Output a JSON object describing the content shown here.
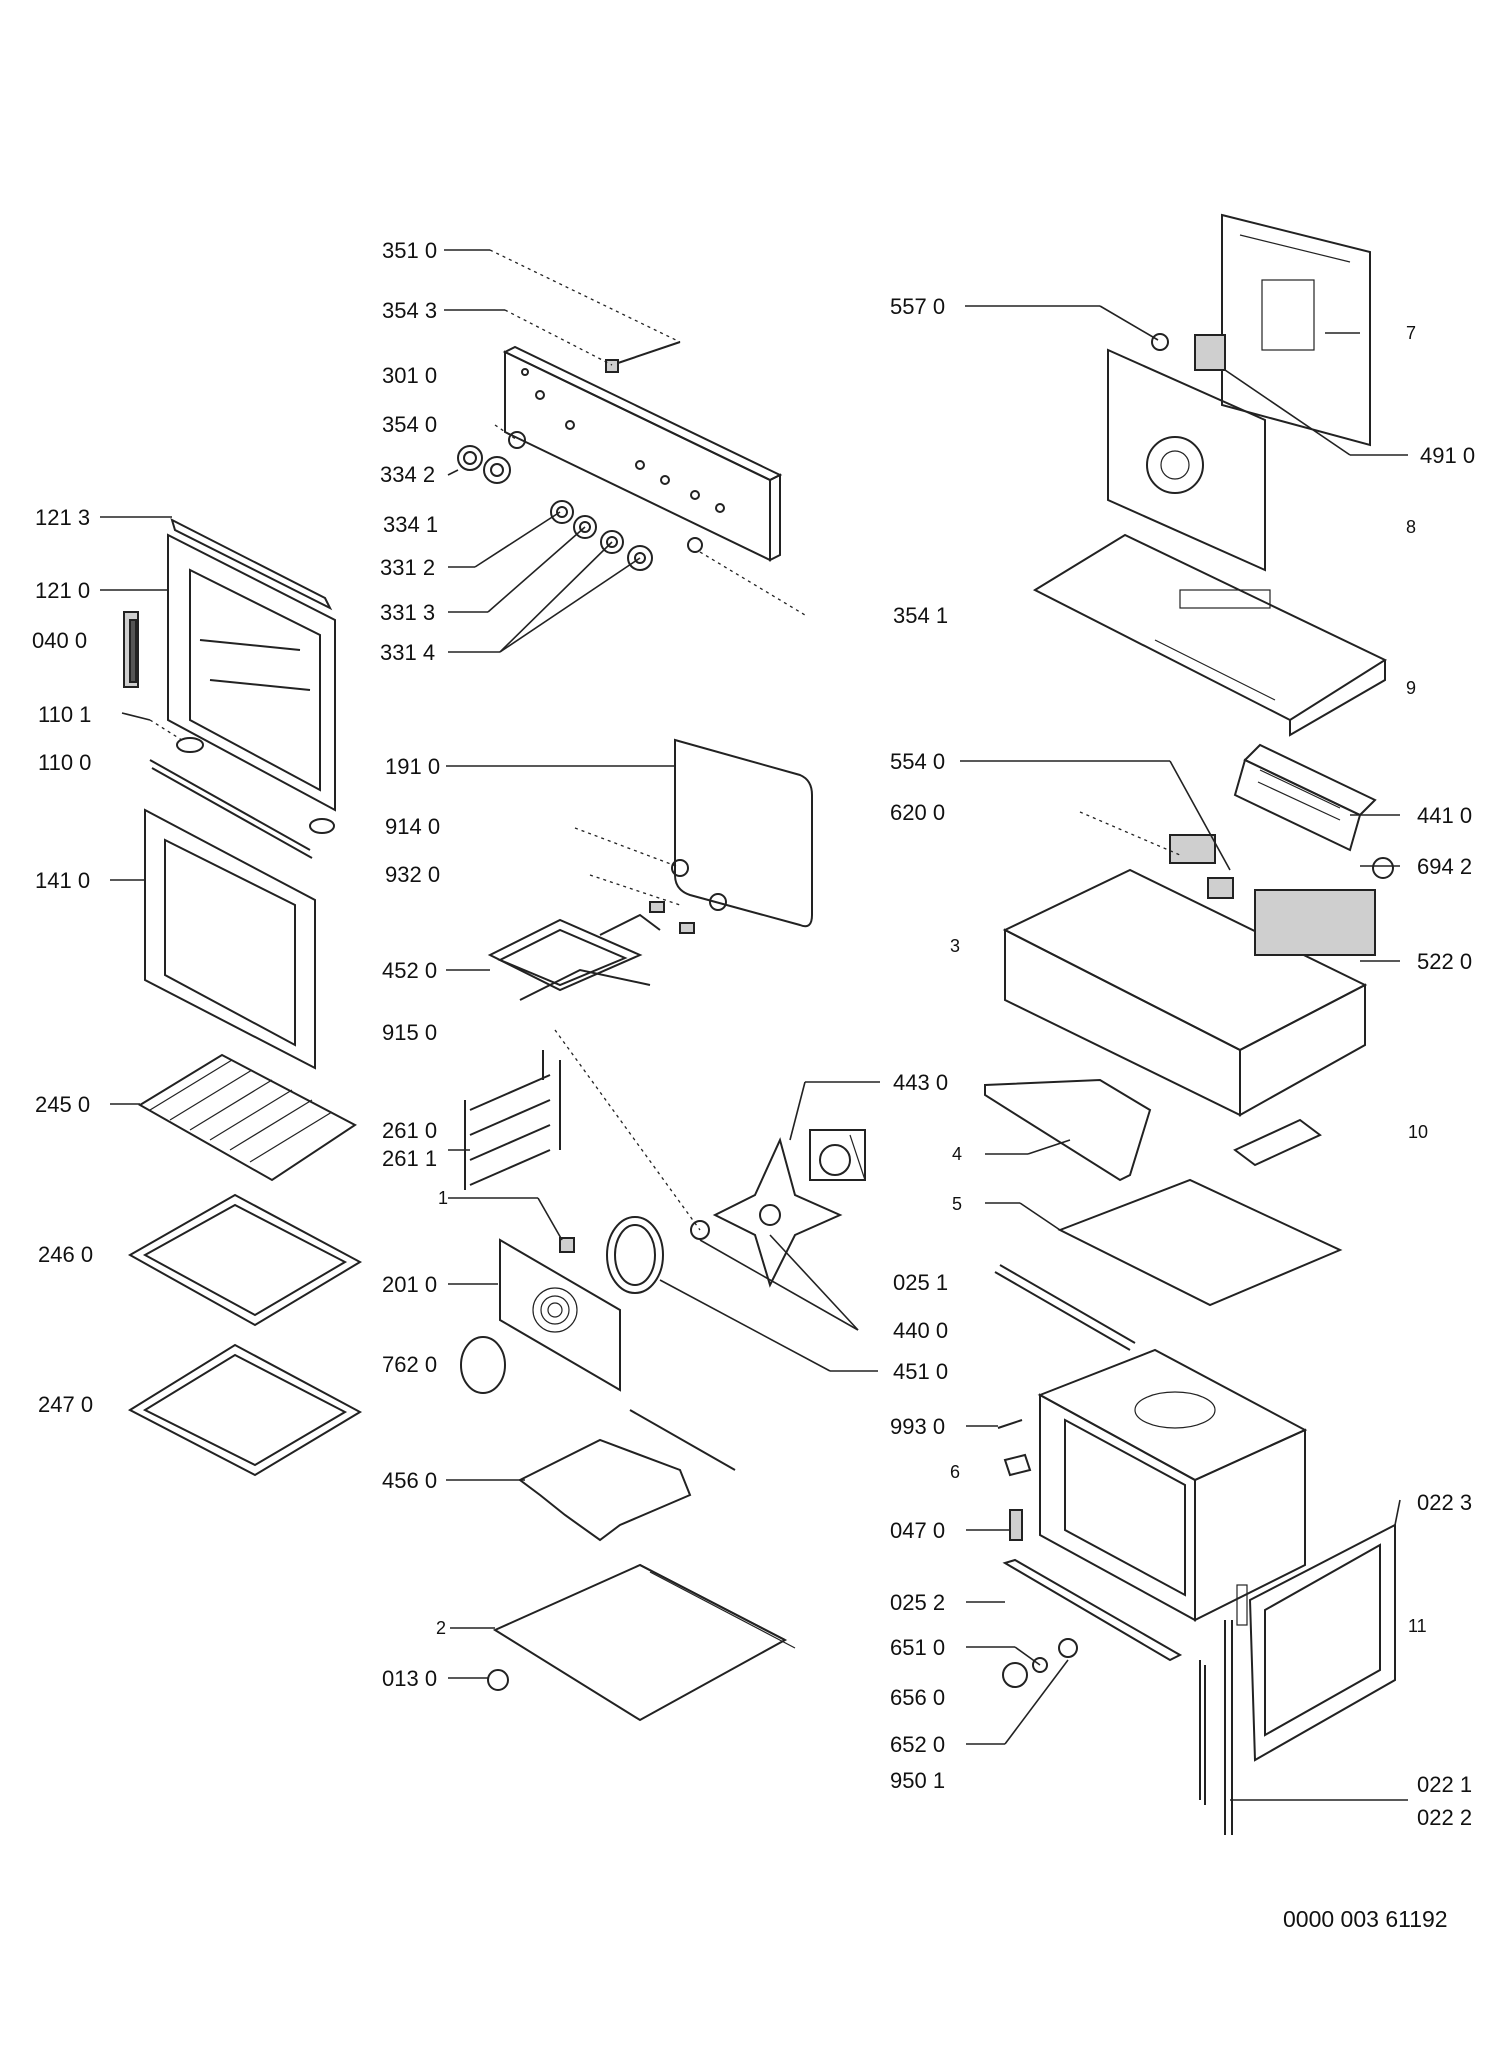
{
  "labels": {
    "351_0": "351 0",
    "354_3": "354 3",
    "301_0": "301 0",
    "354_0": "354 0",
    "334_2": "334 2",
    "334_1": "334 1",
    "331_2": "331 2",
    "331_3": "331 3",
    "331_4": "331 4",
    "121_3": "121 3",
    "121_0": "121 0",
    "040_0": "040 0",
    "110_1": "110 1",
    "110_0": "110 0",
    "141_0": "141 0",
    "245_0": "245 0",
    "246_0": "246 0",
    "247_0": "247 0",
    "191_0": "191 0",
    "914_0": "914 0",
    "932_0": "932 0",
    "452_0": "452 0",
    "915_0": "915 0",
    "261_0": "261 0",
    "261_1": "261 1",
    "item_1": "1",
    "201_0": "201 0",
    "762_0": "762 0",
    "456_0": "456 0",
    "item_2": "2",
    "013_0": "013 0",
    "443_0": "443 0",
    "025_1": "025 1",
    "440_0": "440 0",
    "451_0": "451 0",
    "557_0": "557 0",
    "item_7": "7",
    "491_0": "491 0",
    "item_8": "8",
    "354_1": "354 1",
    "item_9": "9",
    "554_0": "554 0",
    "620_0": "620 0",
    "441_0": "441 0",
    "694_2": "694 2",
    "item_3": "3",
    "522_0": "522 0",
    "item_10": "10",
    "item_4": "4",
    "item_5": "5",
    "993_0": "993 0",
    "item_6": "6",
    "047_0": "047 0",
    "022_3": "022 3",
    "025_2": "025 2",
    "item_11": "11",
    "651_0": "651 0",
    "656_0": "656 0",
    "652_0": "652 0",
    "950_1": "950 1",
    "022_1": "022 1",
    "022_2": "022 2"
  },
  "document_number": "0000 003 61192"
}
